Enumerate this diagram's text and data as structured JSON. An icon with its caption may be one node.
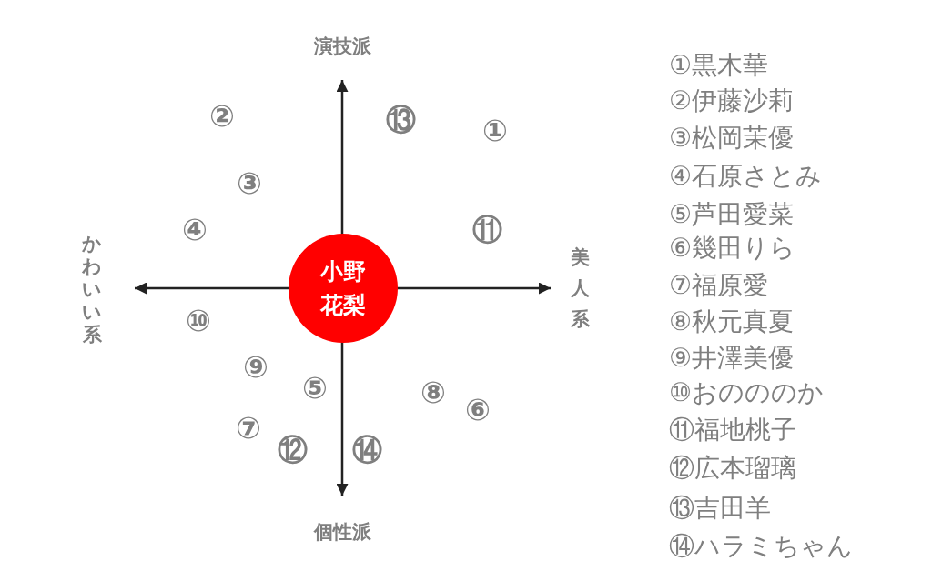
{
  "diagram": {
    "nodes": [
      {
        "text": [
          "小野花梨"
        ]
      }
    ],
    "labels": [
      "演技派",
      "②",
      "⑬",
      "①",
      "③",
      "④",
      "⑪",
      "かわいい系",
      "美人系",
      "⑩",
      "⑨",
      "⑤",
      "⑧",
      "⑥",
      "⑦",
      "⑫",
      "⑭",
      "個性派",
      "①黒木華",
      "②伊藤沙莉",
      "③松岡茉優",
      "④石原さとみ",
      "⑤芦田愛菜",
      "⑥幾田りら",
      "⑦福原愛",
      "⑧秋元真夏",
      "⑨井澤美優",
      "⑩おのののか",
      "⑪福地桃子",
      "⑫広本瑠璃",
      "⑬吉田羊",
      "⑭ハラミちゃん"
    ]
  }
}
